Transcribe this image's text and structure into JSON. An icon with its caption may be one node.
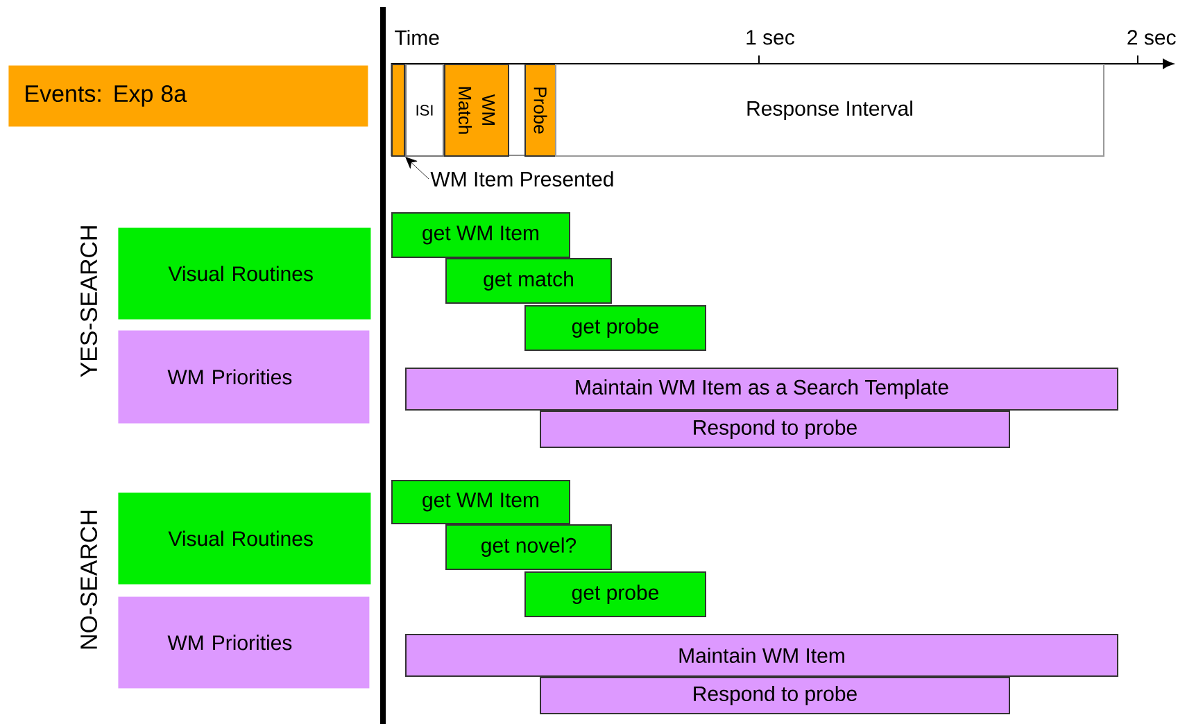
{
  "diagram": {
    "nodes": [
      {
        "text": [
          "Events: Exp 8a"
        ]
      },
      {
        "text": [],
        "shape": "box"
      },
      {
        "text": [
          "ISI"
        ]
      },
      {
        "text": [
          "WM Match"
        ]
      },
      {
        "text": [
          "Probe"
        ]
      },
      {
        "text": [
          "Response Interval"
        ]
      },
      {
        "text": [
          "WM Item Presented"
        ]
      },
      {
        "text": [
          "Visual Routines"
        ]
      },
      {
        "text": [
          "WM Priorities"
        ]
      },
      {
        "text": [
          "get WM Item"
        ]
      },
      {
        "text": [
          "get match"
        ]
      },
      {
        "text": [
          "get probe"
        ]
      },
      {
        "text": [
          "Maintain WM Item as a Search Template"
        ]
      },
      {
        "text": [
          "Respond to probe"
        ]
      },
      {
        "text": [
          "Visual Routines"
        ]
      },
      {
        "text": [
          "WM Priorities"
        ]
      },
      {
        "text": [
          "get WM Item"
        ]
      },
      {
        "text": [
          "get novel?"
        ]
      },
      {
        "text": [
          "get probe"
        ]
      },
      {
        "text": [
          "Maintain WM Item"
        ]
      },
      {
        "text": [
          "Respond to probe"
        ]
      }
    ],
    "edges": [
      {
        "from": 6,
        "to": 1,
        "arrow": "to"
      }
    ],
    "labels": [
      "Time",
      "1 sec",
      "2 sec",
      "YES-SEARCH",
      "NO-SEARCH"
    ]
  }
}
